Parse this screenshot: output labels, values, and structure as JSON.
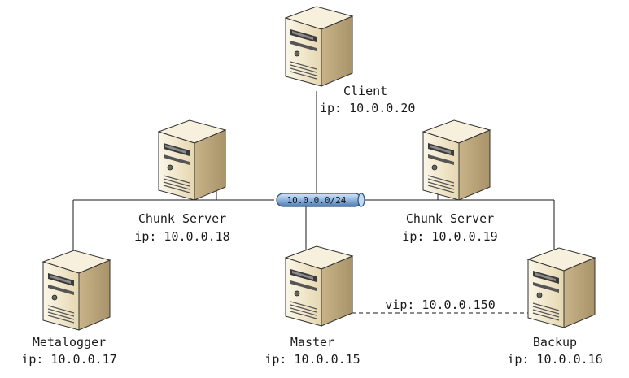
{
  "network": {
    "subnet_label": "10.0.0.0/24",
    "bus_color": "#8fb4dc",
    "bus_dark": "#3d6a9c"
  },
  "nodes": {
    "client": {
      "name": "Client",
      "ip": "ip: 10.0.0.20"
    },
    "chunk_left": {
      "name": "Chunk Server",
      "ip": "ip: 10.0.0.18"
    },
    "chunk_right": {
      "name": "Chunk Server",
      "ip": "ip: 10.0.0.19"
    },
    "metalogger": {
      "name": "Metalogger",
      "ip": "ip: 10.0.0.17"
    },
    "master": {
      "name": "Master",
      "ip": "ip: 10.0.0.15"
    },
    "backup": {
      "name": "Backup",
      "ip": "ip: 10.0.0.16"
    }
  },
  "vip_link": {
    "label": "vip: 10.0.0.150"
  },
  "colors": {
    "server_front": "#f1e8cf",
    "server_side": "#c8b68f",
    "server_top": "#faf5e6",
    "line": "#1a1a1a"
  }
}
